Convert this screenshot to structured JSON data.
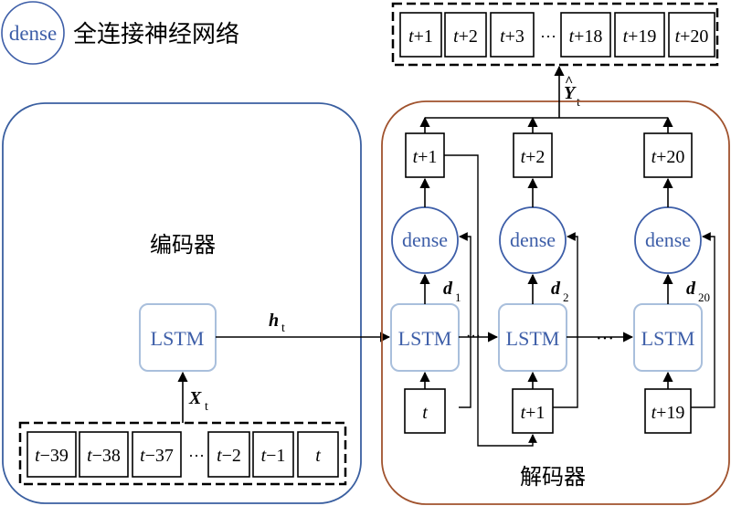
{
  "legend": {
    "circle_label": "dense",
    "description": "全连接神经网络"
  },
  "encoder": {
    "label": "编码器",
    "lstm_label": "LSTM",
    "input_label": "X",
    "input_sub": "t",
    "inputs": [
      {
        "pre": "t",
        "suffix": "−39"
      },
      {
        "pre": "t",
        "suffix": "−38"
      },
      {
        "pre": "t",
        "suffix": "−37"
      },
      {
        "pre": "",
        "suffix": "···"
      },
      {
        "pre": "t",
        "suffix": "−2"
      },
      {
        "pre": "t",
        "suffix": "−1"
      },
      {
        "pre": "t",
        "suffix": ""
      }
    ]
  },
  "hidden": {
    "label": "h",
    "sub": "t"
  },
  "decoder": {
    "label": "解码器",
    "lstm_label": "LSTM",
    "dense_label": "dense",
    "dots": "···",
    "outputs": [
      {
        "pre": "t",
        "suffix": "+1"
      },
      {
        "pre": "t",
        "suffix": "+2"
      },
      {
        "pre": "t",
        "suffix": "+20"
      }
    ],
    "inputs": [
      {
        "pre": "t",
        "suffix": ""
      },
      {
        "pre": "t",
        "suffix": "+1"
      },
      {
        "pre": "t",
        "suffix": "+19"
      }
    ],
    "d_labels": [
      {
        "main": "d",
        "sub": "1"
      },
      {
        "main": "d",
        "sub": "2"
      },
      {
        "main": "d",
        "sub": "20"
      }
    ]
  },
  "prediction": {
    "label": "Y",
    "accent": "^",
    "sub": "t",
    "outputs": [
      {
        "pre": "t",
        "suffix": "+1"
      },
      {
        "pre": "t",
        "suffix": "+2"
      },
      {
        "pre": "t",
        "suffix": "+3"
      },
      {
        "pre": "",
        "suffix": "···"
      },
      {
        "pre": "t",
        "suffix": "+18"
      },
      {
        "pre": "t",
        "suffix": "+19"
      },
      {
        "pre": "t",
        "suffix": "+20"
      }
    ]
  },
  "colors": {
    "encoder_border": "#3a5fa0",
    "decoder_border": "#a0522d",
    "lstm_border": "#a9bfdc",
    "lstm_text": "#3d5ea8",
    "dense_border": "#3d5ea8",
    "dense_text": "#3d5ea8"
  }
}
